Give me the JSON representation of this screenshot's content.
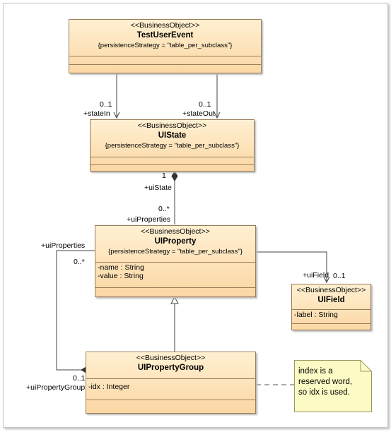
{
  "classes": {
    "test_user_event": {
      "stereotype": "<<BusinessObject>>",
      "name": "TestUserEvent",
      "tag": "{persistenceStrategy = \"table_per_subclass\"}"
    },
    "ui_state": {
      "stereotype": "<<BusinessObject>>",
      "name": "UIState",
      "tag": "{persistenceStrategy = \"table_per_subclass\"}"
    },
    "ui_property": {
      "stereotype": "<<BusinessObject>>",
      "name": "UIProperty",
      "tag": "{persistenceStrategy = \"table_per_subclass\"}",
      "attributes": [
        "-name : String",
        "-value : String"
      ]
    },
    "ui_field": {
      "stereotype": "<<BusinessObject>>",
      "name": "UIField",
      "attributes": [
        "-label : String"
      ]
    },
    "ui_property_group": {
      "stereotype": "<<BusinessObject>>",
      "name": "UIPropertyGroup",
      "attributes": [
        "-idx : Integer"
      ]
    }
  },
  "labels": {
    "state_in_mult": "0..1",
    "state_in_role": "+stateIn",
    "state_out_mult": "0..1",
    "state_out_role": "+stateOut",
    "ui_state_mult": "1",
    "ui_state_role": "+uiState",
    "ui_properties_mult": "0..*",
    "ui_properties_role": "+uiProperties",
    "ui_field_role": "+uiField",
    "ui_field_mult": "0..1",
    "group_properties_role": "+uiProperties",
    "group_properties_mult": "0..*",
    "group_mult": "0..1",
    "group_role": "+uiPropertyGroup"
  },
  "note": {
    "lines": [
      "index is a",
      "reserved word,",
      "so idx is used."
    ]
  }
}
